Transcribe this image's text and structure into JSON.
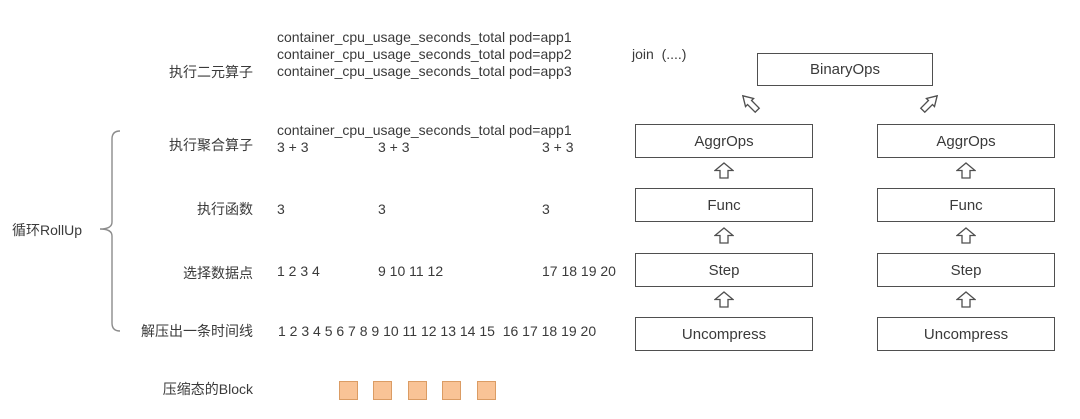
{
  "labels": {
    "binary_op": "执行二元算子",
    "aggr_op": "执行聚合算子",
    "func": "执行函数",
    "select_points": "选择数据点",
    "uncompress": "解压出一条时间线",
    "compressed_block": "压缩态的Block",
    "rollup_loop": "循环RollUp"
  },
  "query_block": {
    "line1": "container_cpu_usage_seconds_total pod=app1",
    "line2": "container_cpu_usage_seconds_total pod=app2",
    "line3": "container_cpu_usage_seconds_total pod=app3",
    "join": "join  (....)"
  },
  "aggr_row": {
    "series_line": "container_cpu_usage_seconds_total pod=app1",
    "values": [
      "3 + 3",
      "3 + 3",
      "3 + 3"
    ]
  },
  "func_row": {
    "values": [
      "3",
      "3",
      "3"
    ]
  },
  "select_row": {
    "values": [
      "1 2 3 4",
      "9 10 11 12",
      "17 18 19 20"
    ]
  },
  "timeline_row": {
    "value": "1 2 3 4 5 6 7 8 9 10 11 12 13 14 15  16 17 18 19 20"
  },
  "pipeline": {
    "binary_label": "BinaryOps",
    "columns": [
      {
        "stages": [
          "AggrOps",
          "Func",
          "Step",
          "Uncompress"
        ]
      },
      {
        "stages": [
          "AggrOps",
          "Func",
          "Step",
          "Uncompress"
        ]
      }
    ]
  },
  "blocks": {
    "count": 5,
    "fill": "#F9C396",
    "border": "#DB9C64"
  },
  "colors": {
    "text": "#3A3A3A",
    "box_border": "#4F4F4F",
    "brace": "#8C8C8C"
  }
}
